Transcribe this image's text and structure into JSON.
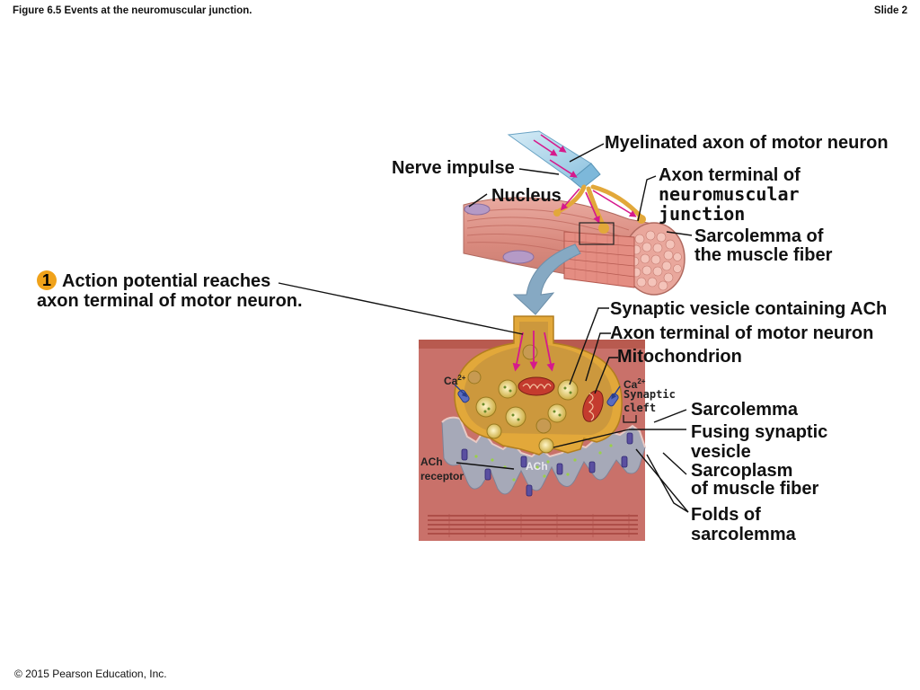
{
  "header": {
    "figure_title": "Figure 6.5 Events at the neuromuscular junction.",
    "slide": "Slide 2"
  },
  "labels": {
    "myelinated_axon": "Myelinated axon of motor neuron",
    "nerve_impulse": "Nerve impulse",
    "axon_terminal_nmj_line1": "Axon terminal of",
    "axon_terminal_nmj_line2": "neuromuscular",
    "axon_terminal_nmj_line3": "junction",
    "nucleus": "Nucleus",
    "sarcolemma_fiber_line1": "Sarcolemma of",
    "sarcolemma_fiber_line2": "the muscle fiber",
    "synaptic_vesicle": "Synaptic vesicle containing ACh",
    "axon_terminal_motor": "Axon terminal of motor neuron",
    "mitochondrion": "Mitochondrion",
    "sarcolemma": "Sarcolemma",
    "fusing_line1": "Fusing synaptic",
    "fusing_line2": "vesicle",
    "sarcoplasm_line1": "Sarcoplasm",
    "sarcoplasm_line2": "of muscle fiber",
    "folds_line1": "Folds of",
    "folds_line2": "sarcolemma"
  },
  "small_labels": {
    "ca_left": "Ca",
    "ca_right": "Ca",
    "ca_superscript": "2+",
    "synaptic_cleft_line1": "Synaptic",
    "synaptic_cleft_line2": "cleft",
    "ach_receptor_line1": "ACh",
    "ach_receptor_line2": "receptor",
    "ach": "ACh"
  },
  "step": {
    "number": "1",
    "line1": "Action potential reaches",
    "line2": "axon terminal of motor neuron."
  },
  "footer": "© 2015 Pearson Education, Inc.",
  "colors": {
    "axon_blue": "#a9d3ea",
    "terminal_gold": "#e2a83a",
    "muscle_pink": "#d98a7e",
    "muscle_dark": "#b85a4f",
    "sarcoplasm_red": "#c66a62",
    "cleft_gray": "#a6a9b8",
    "arrow_pink": "#d6198c",
    "badge_orange": "#f0a21a"
  }
}
